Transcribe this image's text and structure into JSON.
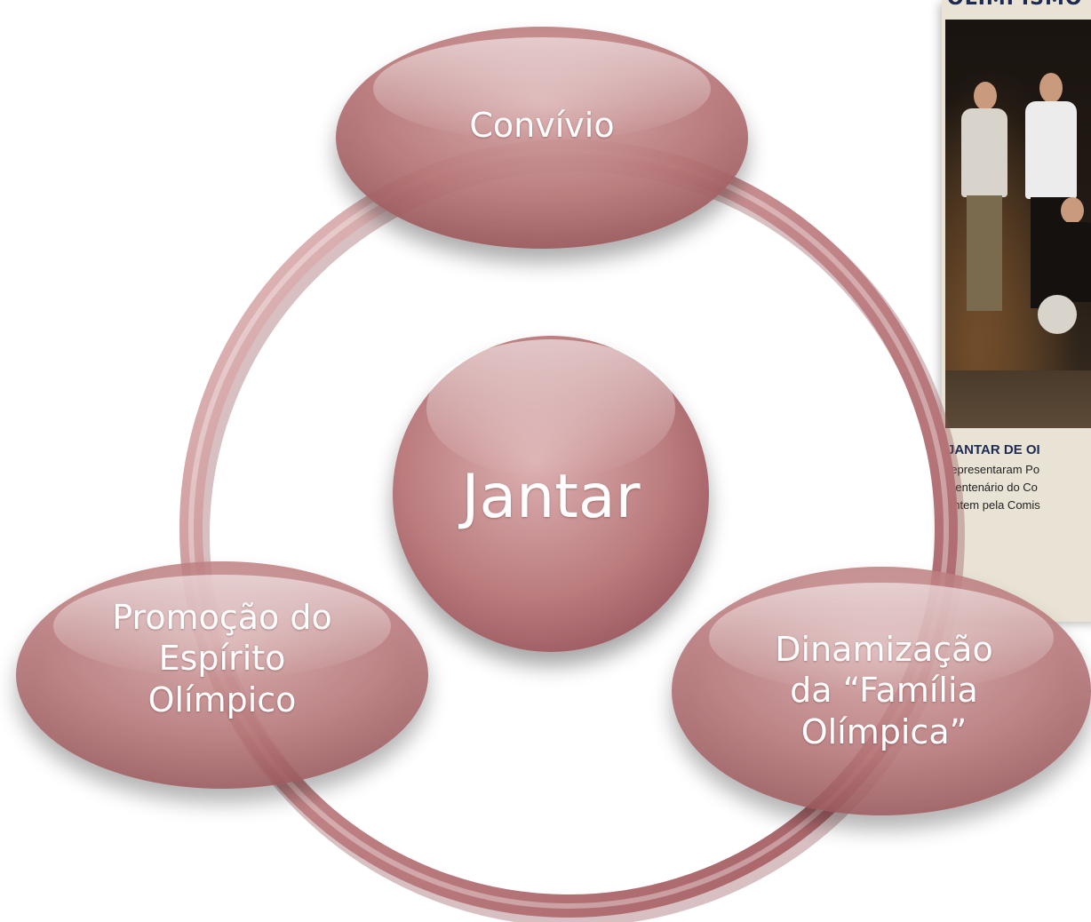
{
  "clipping": {
    "headline": "OLIMPISMO",
    "caption_title": "JANTAR DE OI",
    "caption_lines": [
      "representaram Po",
      "Centenário do Co",
      "ontem pela Comis"
    ]
  },
  "diagram": {
    "center": "Jantar",
    "nodes": [
      {
        "label": "Convívio"
      },
      {
        "label": "Promoção do\nEspírito\nOlímpico"
      },
      {
        "label": "Dinamização\nda “Família\nOlímpica”"
      }
    ]
  },
  "colors": {
    "shape_fill": "#b9787a",
    "shape_dark": "#8e4c50",
    "ring": "#b97a7c",
    "text": "#ffffff",
    "clip_headline": "#1d2a52"
  }
}
